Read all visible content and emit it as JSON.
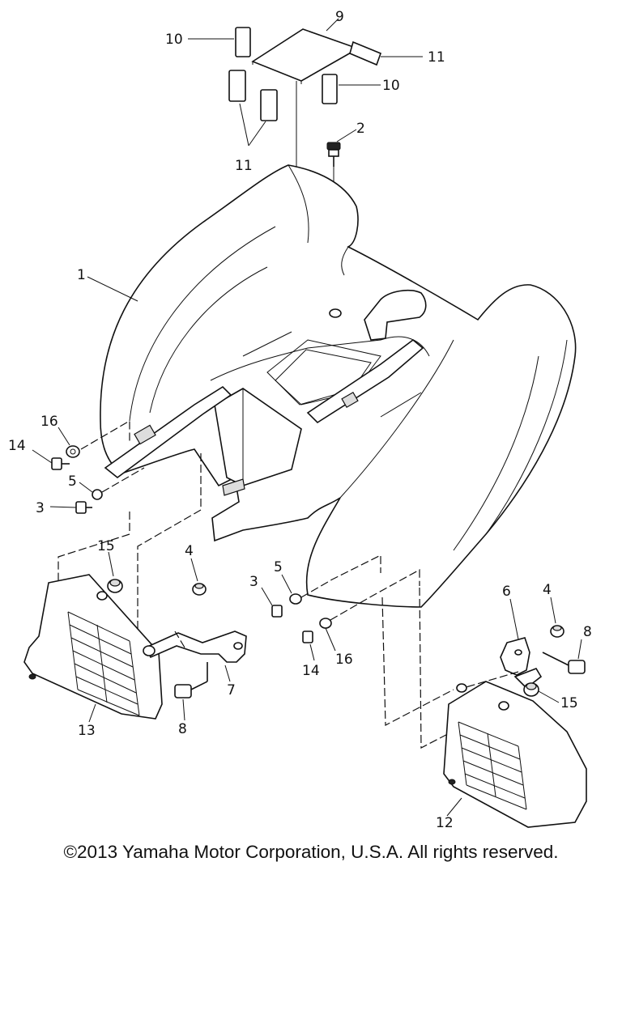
{
  "callouts": {
    "c1": "1",
    "c2": "2",
    "c3a": "3",
    "c3b": "3",
    "c4a": "4",
    "c4b": "4",
    "c5a": "5",
    "c5b": "5",
    "c6": "6",
    "c7": "7",
    "c8a": "8",
    "c8b": "8",
    "c9": "9",
    "c10a": "10",
    "c10b": "10",
    "c11a": "11",
    "c11b": "11",
    "c12": "12",
    "c13": "13",
    "c14a": "14",
    "c14b": "14",
    "c15a": "15",
    "c15b": "15",
    "c16a": "16",
    "c16b": "16"
  },
  "footer": {
    "copyright": "©2013 Yamaha Motor Corporation, U.S.A. All rights reserved."
  }
}
